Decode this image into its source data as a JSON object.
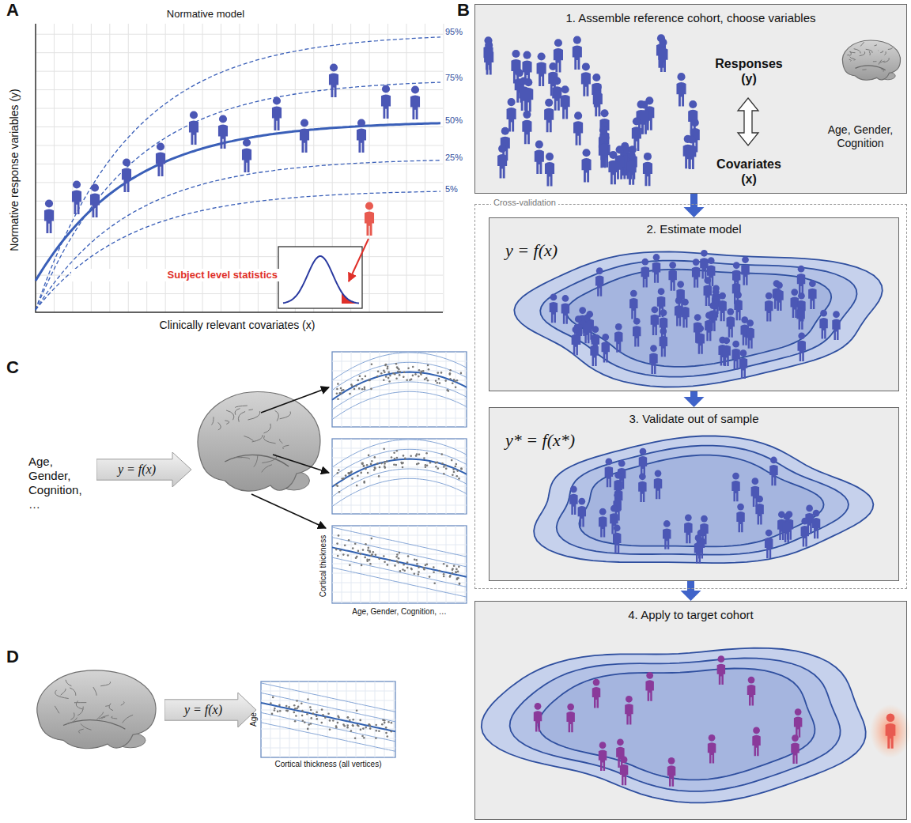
{
  "diagram": {
    "nodes": [
      {
        "text": [
          "1. Assemble reference cohort, choose variables",
          "Responses (y)",
          "Covariates (x)",
          "Age, Gender, Cognition"
        ]
      },
      {
        "text": [
          "Cross-validation"
        ]
      },
      {
        "text": [
          "2. Estimate model",
          "y = f(x)"
        ],
        "in": 1
      },
      {
        "text": [
          "3. Validate out of sample",
          "y* = f(x*)"
        ],
        "in": 1
      },
      {
        "text": [
          "4. Apply to target cohort"
        ]
      },
      {
        "text": [
          "y = f(x)"
        ]
      },
      {
        "text": [
          "y = f(x)"
        ]
      }
    ],
    "edges": [
      {
        "from": 0,
        "to": 2,
        "arrow": "to"
      },
      {
        "from": 2,
        "to": 3,
        "arrow": "to"
      },
      {
        "from": 3,
        "to": 4,
        "arrow": "to"
      }
    ],
    "labels": [
      "A",
      "Normative model",
      "95%",
      "75%",
      "50%",
      "25%",
      "5%",
      "Normative response variables (y)",
      "Clinically relevant covariates (x)",
      "Subject level statistics",
      "B",
      "C",
      "Age, Gender, Cognition, …",
      "Cortical thickness",
      "Age, Gender, Cognition, …",
      "D",
      "Age",
      "Cortical thickness (all vertices)"
    ]
  }
}
